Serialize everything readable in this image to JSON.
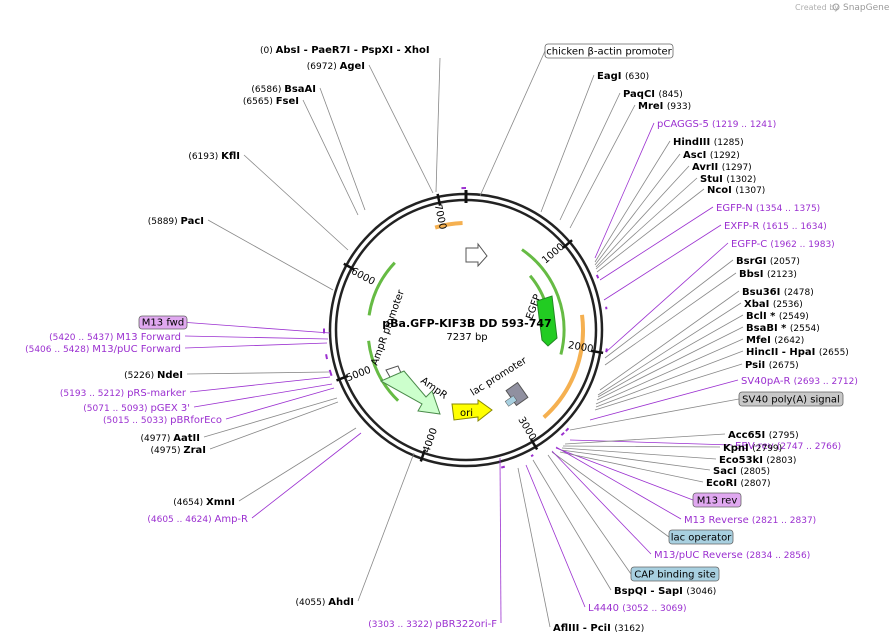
{
  "header": {
    "created_by": "Created by",
    "brand": "SnapGene"
  },
  "plasmid": {
    "name": "pBa.GFP-KIF3B DD 593-747",
    "size": "7237 bp"
  },
  "colors": {
    "enzyme": "#000000",
    "primer": "#9b30d0",
    "feature_box_purple": "#e0a8f0",
    "feature_box_blue": "#a8d0e0",
    "feature_box_gray": "#c8c8c8",
    "promoter_box": "#ffffff",
    "egfp": "#22cc22",
    "ampr": "#ccffcc",
    "ori": "#ffff00",
    "orange_feature": "#f5b050",
    "backbone": "#222222"
  },
  "ticks": [
    "1000",
    "2000",
    "3000",
    "4000",
    "5000",
    "6000",
    "7000"
  ],
  "arc_labels": {
    "egfp": "EGFP",
    "ampr_promoter": "AmpR promoter",
    "ampr": "AmpR",
    "ori": "ori",
    "lac_promoter": "lac promoter"
  },
  "top_label": {
    "text": "(0)  AbsI  - PaeR7I  - PspXI  - XhoI",
    "pos": "(0)",
    "names": "AbsI  - PaeR7I  - PspXI  - XhoI"
  },
  "feature_boxes": [
    {
      "text": "chicken β-actin promoter",
      "kind": "promoter"
    },
    {
      "text": "M13 fwd",
      "kind": "purple"
    },
    {
      "text": "SV40 poly(A) signal",
      "kind": "gray"
    },
    {
      "text": "M13 rev",
      "kind": "purple"
    },
    {
      "text": "lac operator",
      "kind": "blue"
    },
    {
      "text": "CAP binding site",
      "kind": "blue"
    }
  ],
  "left_labels": [
    {
      "pos": "(6972)",
      "name": "AgeI",
      "type": "enzyme"
    },
    {
      "pos": "(6586)",
      "name": "BsaAI",
      "type": "enzyme"
    },
    {
      "pos": "(6565)",
      "name": "FseI",
      "type": "enzyme"
    },
    {
      "pos": "(6193)",
      "name": "KflI",
      "type": "enzyme"
    },
    {
      "pos": "(5889)",
      "name": "PacI",
      "type": "enzyme"
    },
    {
      "pos": "(5420 .. 5437)",
      "name": "M13 Forward",
      "type": "primer"
    },
    {
      "pos": "(5406 .. 5428)",
      "name": "M13/pUC Forward",
      "type": "primer"
    },
    {
      "pos": "(5226)",
      "name": "NdeI",
      "type": "enzyme"
    },
    {
      "pos": "(5193 .. 5212)",
      "name": "pRS-marker",
      "type": "primer"
    },
    {
      "pos": "(5071 .. 5093)",
      "name": "pGEX 3'",
      "type": "primer"
    },
    {
      "pos": "(5015 .. 5033)",
      "name": "pBRforEco",
      "type": "primer"
    },
    {
      "pos": "(4977)",
      "name": "AatII",
      "type": "enzyme"
    },
    {
      "pos": "(4975)",
      "name": "ZraI",
      "type": "enzyme"
    },
    {
      "pos": "(4654)",
      "name": "XmnI",
      "type": "enzyme"
    },
    {
      "pos": "(4605 .. 4624)",
      "name": "Amp-R",
      "type": "primer"
    },
    {
      "pos": "(4055)",
      "name": "AhdI",
      "type": "enzyme"
    },
    {
      "pos": "(3303 .. 3322)",
      "name": "pBR322ori-F",
      "type": "primer"
    }
  ],
  "right_labels": [
    {
      "name": "EagI",
      "pos": "(630)",
      "type": "enzyme"
    },
    {
      "name": "PaqCI",
      "pos": "(845)",
      "type": "enzyme"
    },
    {
      "name": "MreI",
      "pos": "(933)",
      "type": "enzyme"
    },
    {
      "name": "pCAGGS-5",
      "pos": "(1219 .. 1241)",
      "type": "primer"
    },
    {
      "name": "HindIII",
      "pos": "(1285)",
      "type": "enzyme"
    },
    {
      "name": "AscI",
      "pos": "(1292)",
      "type": "enzyme"
    },
    {
      "name": "AvrII",
      "pos": "(1297)",
      "type": "enzyme"
    },
    {
      "name": "StuI",
      "pos": "(1302)",
      "type": "enzyme"
    },
    {
      "name": "NcoI",
      "pos": "(1307)",
      "type": "enzyme"
    },
    {
      "name": "EGFP-N",
      "pos": "(1354 .. 1375)",
      "type": "primer"
    },
    {
      "name": "EXFP-R",
      "pos": "(1615 .. 1634)",
      "type": "primer"
    },
    {
      "name": "EGFP-C",
      "pos": "(1962 .. 1983)",
      "type": "primer"
    },
    {
      "name": "BsrGI",
      "pos": "(2057)",
      "type": "enzyme"
    },
    {
      "name": "BbsI",
      "pos": "(2123)",
      "type": "enzyme"
    },
    {
      "name": "Bsu36I",
      "pos": "(2478)",
      "type": "enzyme"
    },
    {
      "name": "XbaI",
      "pos": "(2536)",
      "type": "enzyme"
    },
    {
      "name": "BclI *",
      "pos": "(2549)",
      "type": "enzyme"
    },
    {
      "name": "BsaBI *",
      "pos": "(2554)",
      "type": "enzyme"
    },
    {
      "name": "MfeI",
      "pos": "(2642)",
      "type": "enzyme"
    },
    {
      "name": "HincII  - HpaI",
      "pos": "(2655)",
      "type": "enzyme"
    },
    {
      "name": "PsiI",
      "pos": "(2675)",
      "type": "enzyme"
    },
    {
      "name": "SV40pA-R",
      "pos": "(2693 .. 2712)",
      "type": "primer"
    },
    {
      "name": "EBV-rev",
      "pos": "(2747 .. 2766)",
      "type": "primer"
    },
    {
      "name": "Acc65I",
      "pos": "(2795)",
      "type": "enzyme"
    },
    {
      "name": "KpnI",
      "pos": "(2799)",
      "type": "enzyme"
    },
    {
      "name": "Eco53kI",
      "pos": "(2803)",
      "type": "enzyme"
    },
    {
      "name": "SacI",
      "pos": "(2805)",
      "type": "enzyme"
    },
    {
      "name": "EcoRI",
      "pos": "(2807)",
      "type": "enzyme"
    },
    {
      "name": "M13 Reverse",
      "pos": "(2821 .. 2837)",
      "type": "primer"
    },
    {
      "name": "M13/pUC Reverse",
      "pos": "(2834 .. 2856)",
      "type": "primer"
    },
    {
      "name": "BspQI  - SapI",
      "pos": "(3046)",
      "type": "enzyme"
    },
    {
      "name": "L4440",
      "pos": "(3052 .. 3069)",
      "type": "primer"
    },
    {
      "name": "AflIII  - PciI",
      "pos": "(3162)",
      "type": "enzyme"
    }
  ]
}
